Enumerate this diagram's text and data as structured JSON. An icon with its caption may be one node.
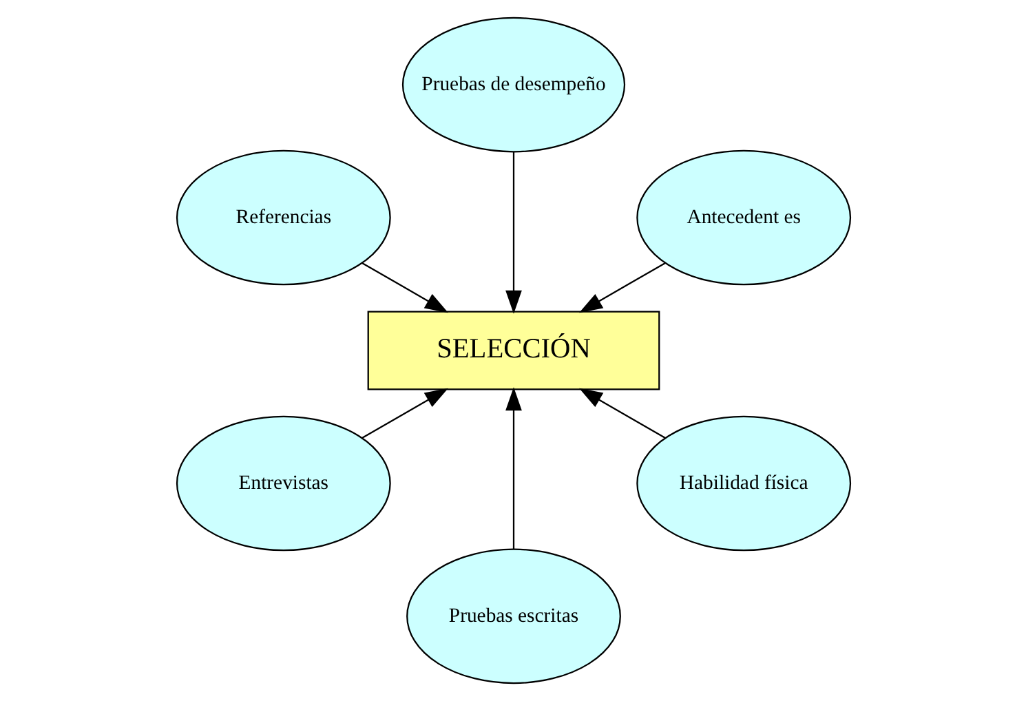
{
  "diagram": {
    "nodes": [
      {
        "text": [
          "Antecedent es"
        ]
      },
      {
        "text": [
          "Pruebas de desempeño"
        ]
      },
      {
        "text": [
          "Referencias"
        ]
      },
      {
        "text": [
          "SELECCIÓN"
        ]
      },
      {
        "text": [
          "Entrevistas"
        ]
      },
      {
        "text": [
          "Pruebas escritas"
        ]
      },
      {
        "text": [
          "Habilidad física"
        ]
      }
    ],
    "edges": [
      {
        "from": 0,
        "to": 3,
        "arrow": "to"
      },
      {
        "from": 1,
        "to": 3,
        "arrow": "to"
      },
      {
        "from": 2,
        "to": 3,
        "arrow": "to"
      },
      {
        "from": 4,
        "to": 3,
        "arrow": "to"
      },
      {
        "from": 5,
        "to": 3,
        "arrow": "to"
      },
      {
        "from": 6,
        "to": 3,
        "arrow": "to"
      }
    ]
  }
}
